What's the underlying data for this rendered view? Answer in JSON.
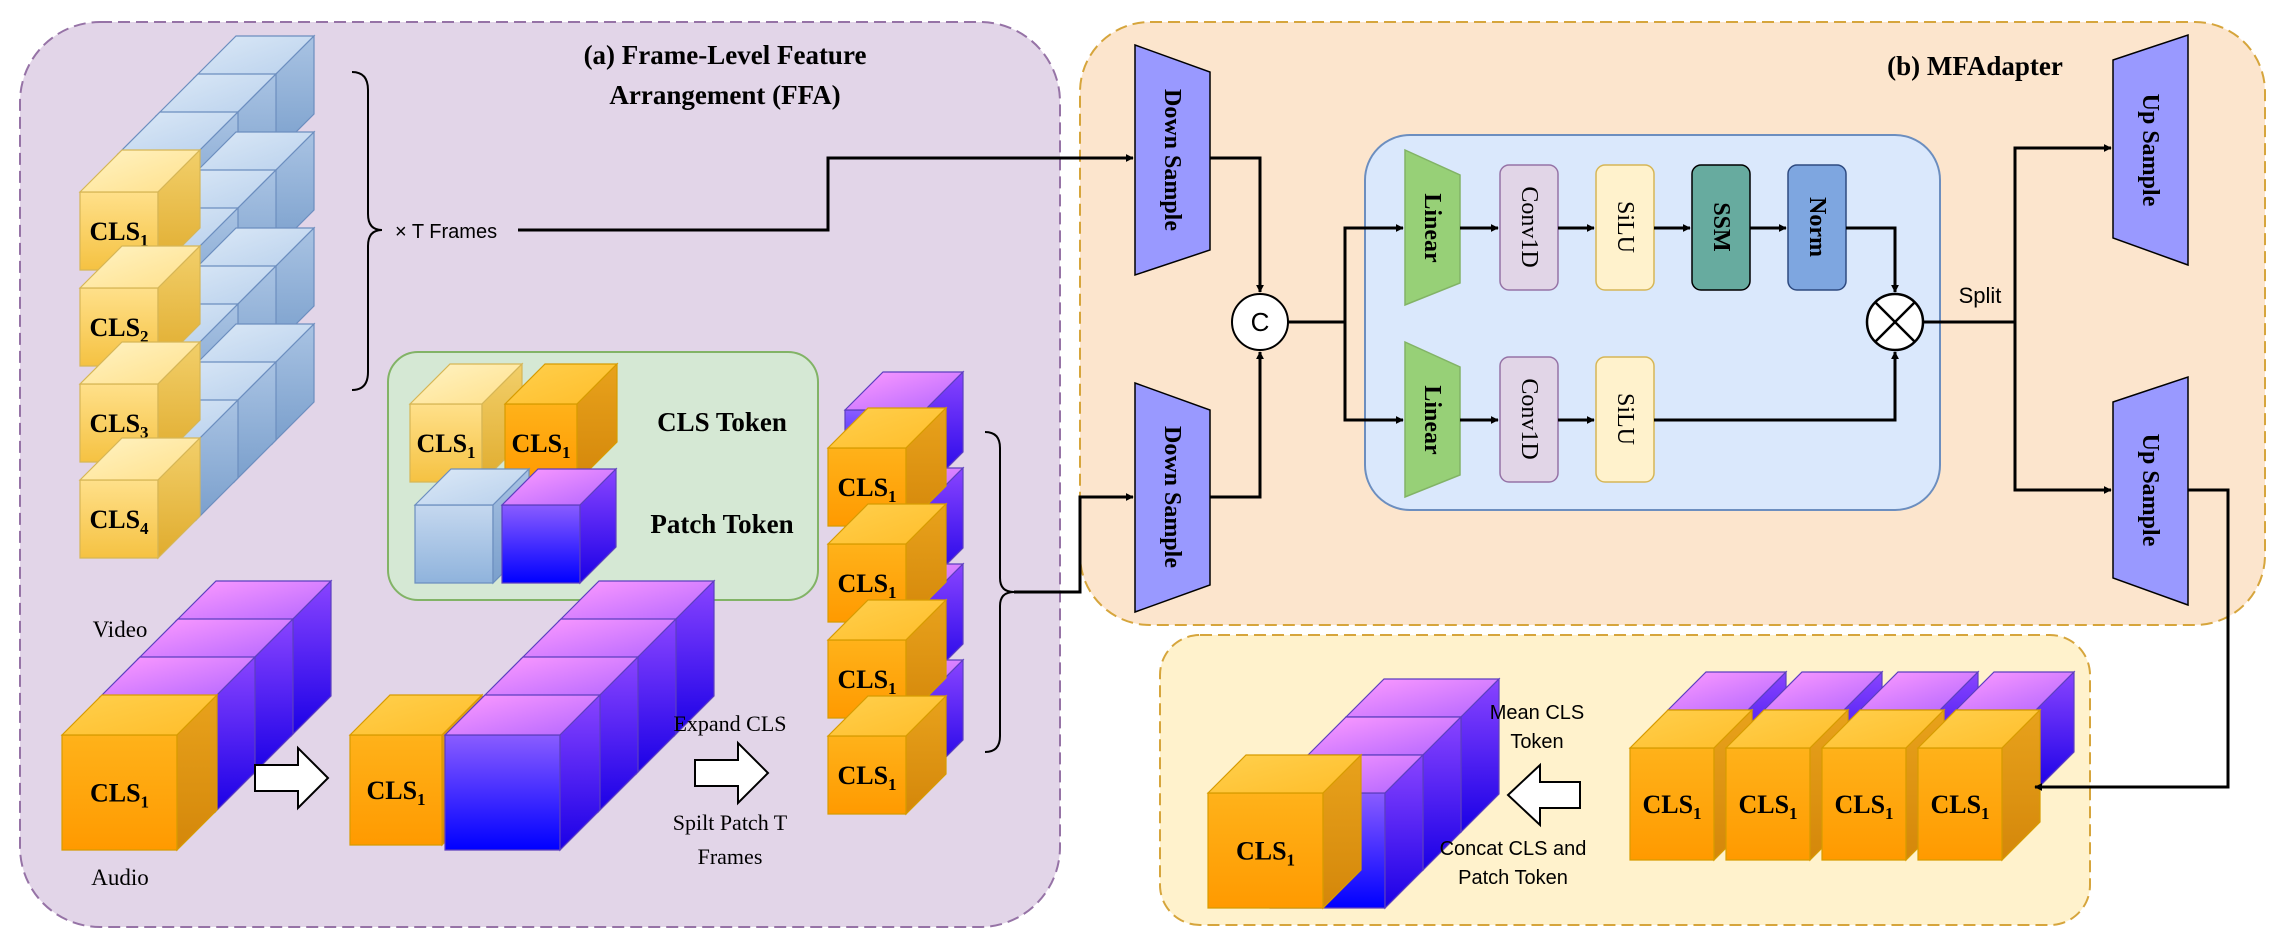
{
  "ffa": {
    "title_line1": "(a) Frame-Level Feature",
    "title_line2": "Arrangement (FFA)",
    "video_label": "Video",
    "audio_label": "Audio",
    "t_frames_label": "× T Frames",
    "expand_cls_label": "Expand CLS",
    "split_patch_line1": "Spilt Patch T",
    "split_patch_line2": "Frames",
    "cls_base": "CLS",
    "video_cls_subs": [
      "1",
      "2",
      "3",
      "4"
    ],
    "legend": {
      "cls_token": "CLS Token",
      "patch_token": "Patch Token"
    }
  },
  "mfadapter": {
    "title": "(b) MFAdapter",
    "down_sample": "Down Sample",
    "up_sample": "Up Sample",
    "concat_symbol": "C",
    "split_label": "Split",
    "linear": "Linear",
    "conv1d": "Conv1D",
    "silu": "SiLU",
    "ssm": "SSM",
    "norm": "Norm"
  },
  "output": {
    "mean_cls_line1": "Mean CLS",
    "mean_cls_line2": "Token",
    "concat_line1": "Concat CLS and",
    "concat_line2": "Patch Token",
    "cls_sub": "1"
  },
  "colors": {
    "ffa_bg": "#e2d5e8",
    "ffa_border": "#9673a6",
    "mfa_bg": "#fce5cd",
    "mfa_border": "#d6a53c",
    "out_bg": "#fff2cc",
    "inner_bg": "#dae8fc",
    "inner_border": "#6c8ebf",
    "legend_bg": "#d5e8d4",
    "legend_border": "#82b366",
    "sample_fill": "#9999ff",
    "linear_fill": "#97d077",
    "conv_fill": "#e1d5e7",
    "silu_fill": "#fff2cc",
    "ssm_fill": "#67ab9f",
    "norm_fill": "#7ea6e0"
  }
}
